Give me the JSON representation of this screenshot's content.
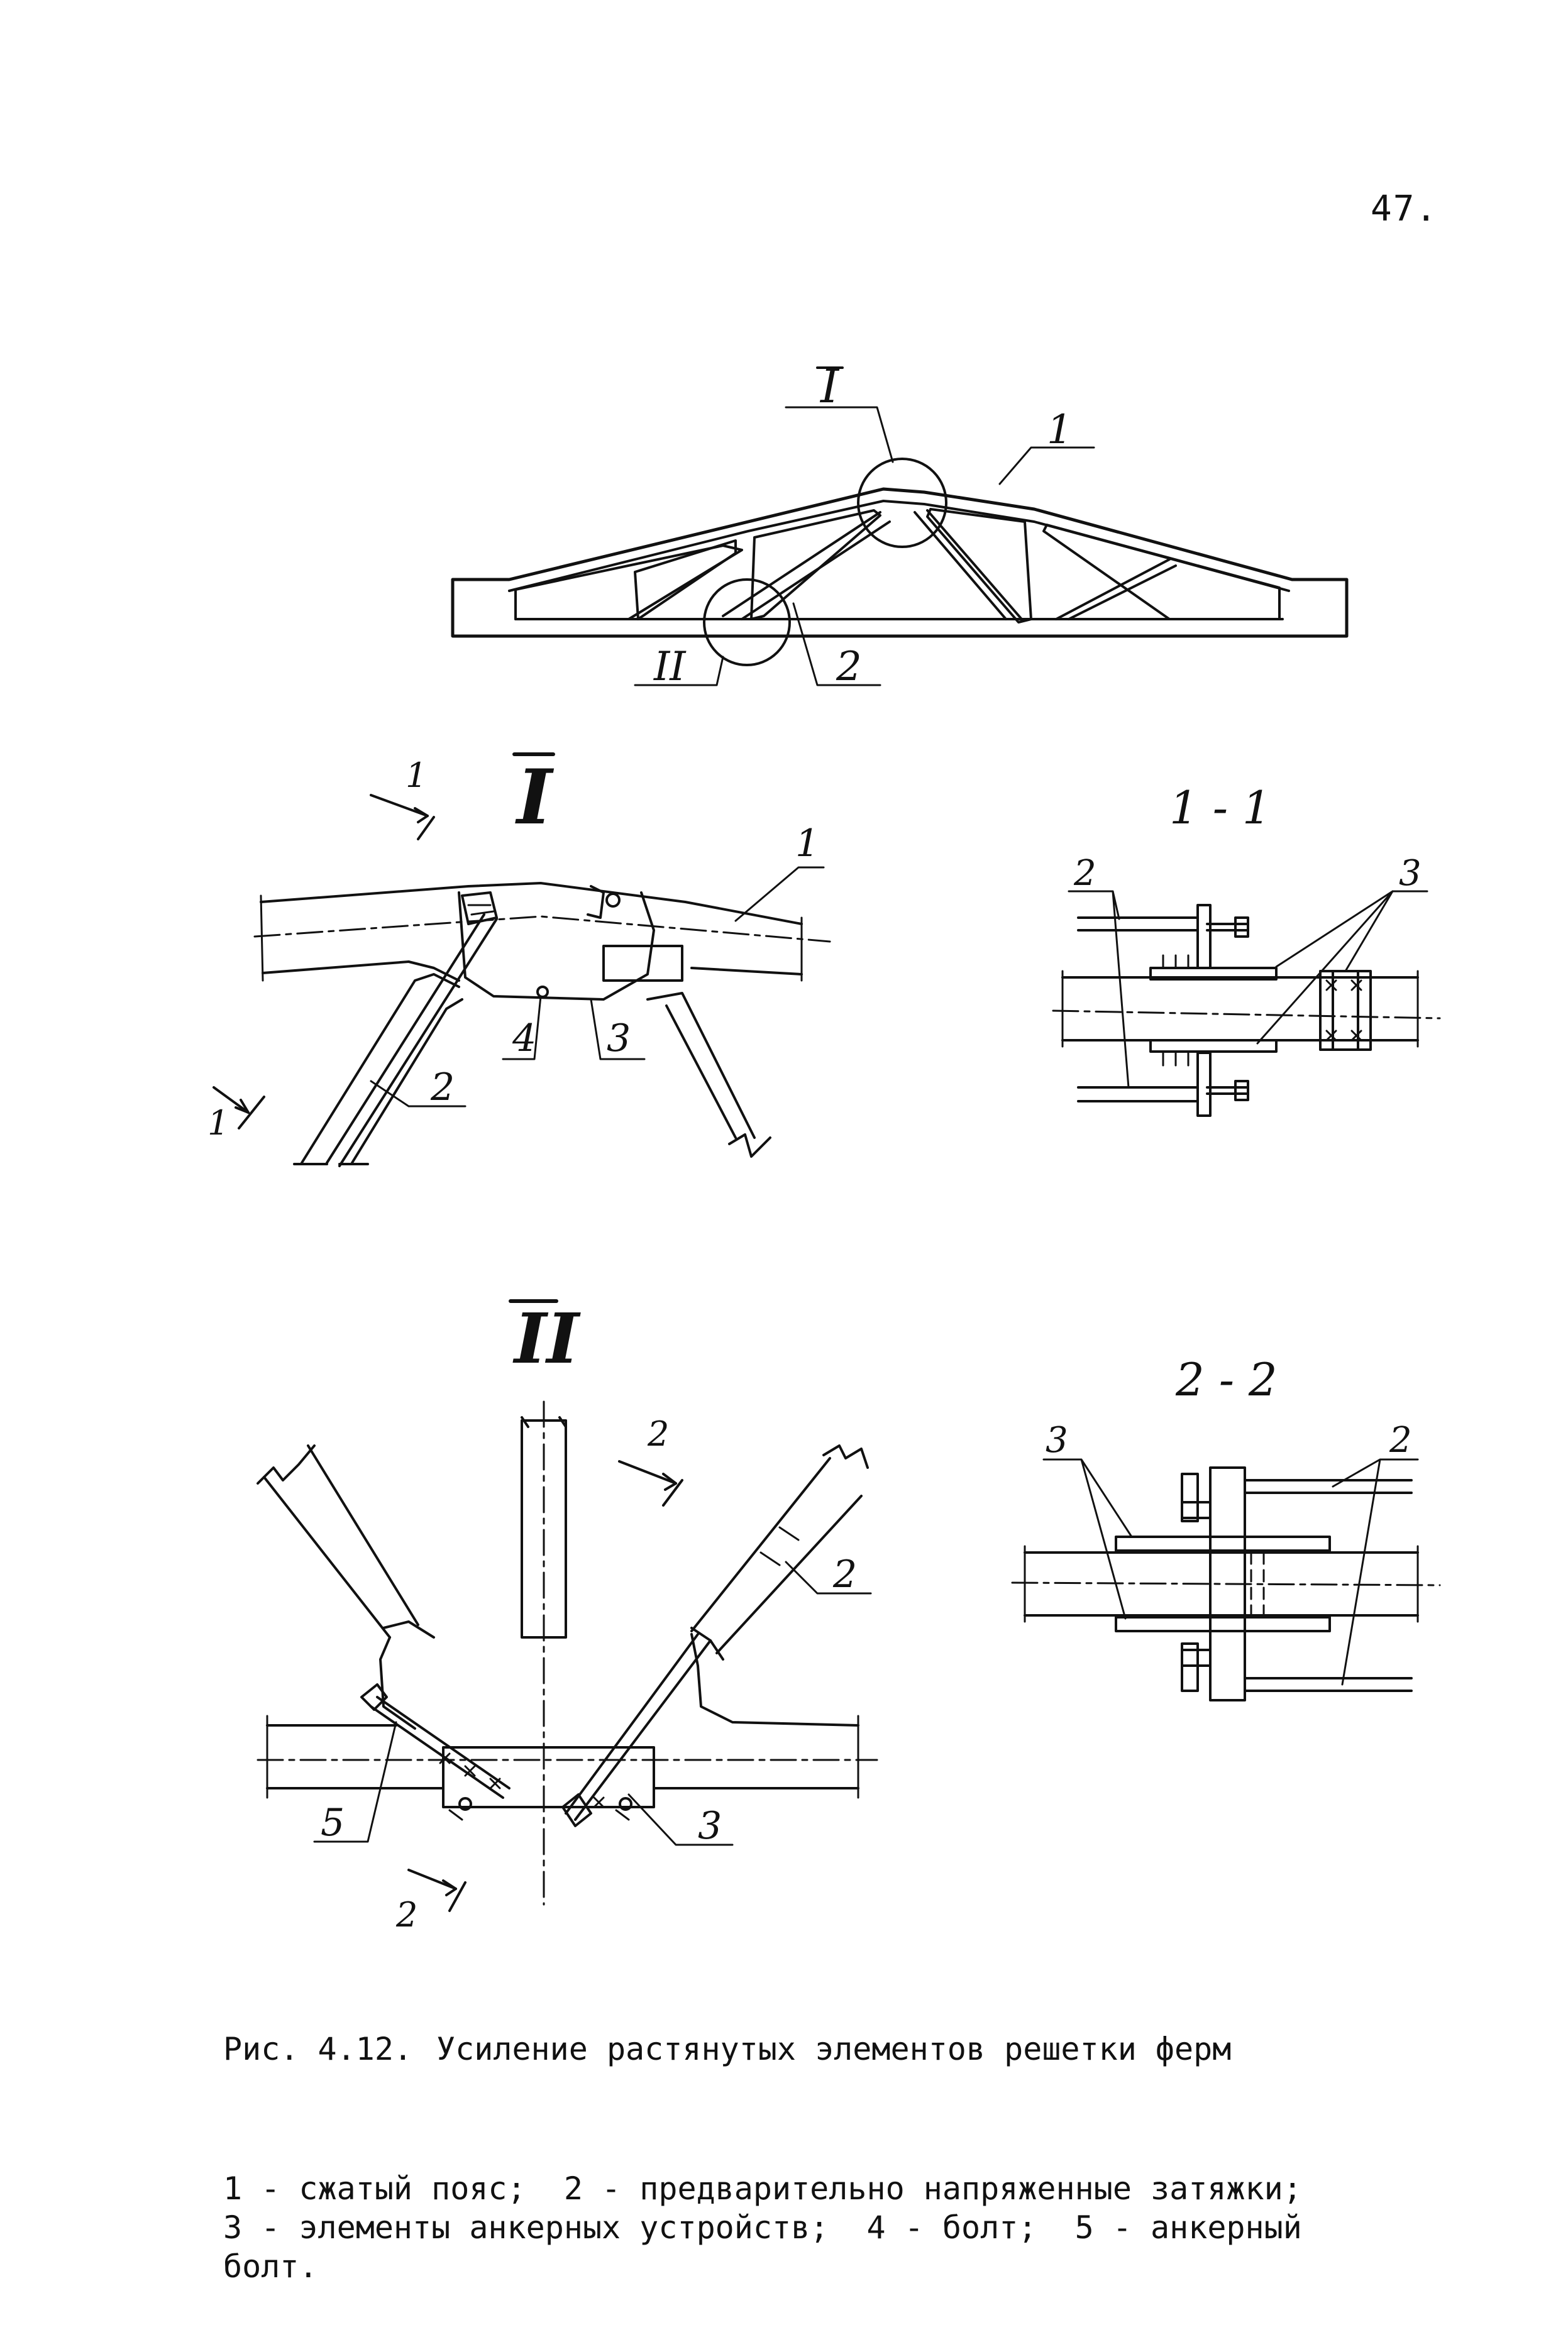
{
  "page_number": "47.",
  "overview": {
    "callout_I": "I",
    "callout_II": "II",
    "callout_1": "1",
    "callout_2": "2"
  },
  "detail_I": {
    "title": "I",
    "section_mark_1_top": "1",
    "section_mark_1_bottom": "1",
    "label_1": "1",
    "label_2": "2",
    "label_3": "3",
    "label_4": "4"
  },
  "section_1_1": {
    "title": "1 - 1",
    "label_2": "2",
    "label_3": "3"
  },
  "detail_II": {
    "title": "II",
    "section_mark_2_top": "2",
    "section_mark_2_bottom": "2",
    "label_2": "2",
    "label_3": "3",
    "label_5": "5"
  },
  "section_2_2": {
    "title": "2 - 2",
    "label_2": "2",
    "label_3": "3"
  },
  "caption": {
    "figure_number": "Рис. 4.12.",
    "title": "Усиление растянутых элементов решетки ферм",
    "legend": "1 - сжатый пояс;  2 - предварительно напряженные затяжки;\n3 - элементы анкерных устройств;  4 - болт;  5 - анкерный\nболт."
  }
}
